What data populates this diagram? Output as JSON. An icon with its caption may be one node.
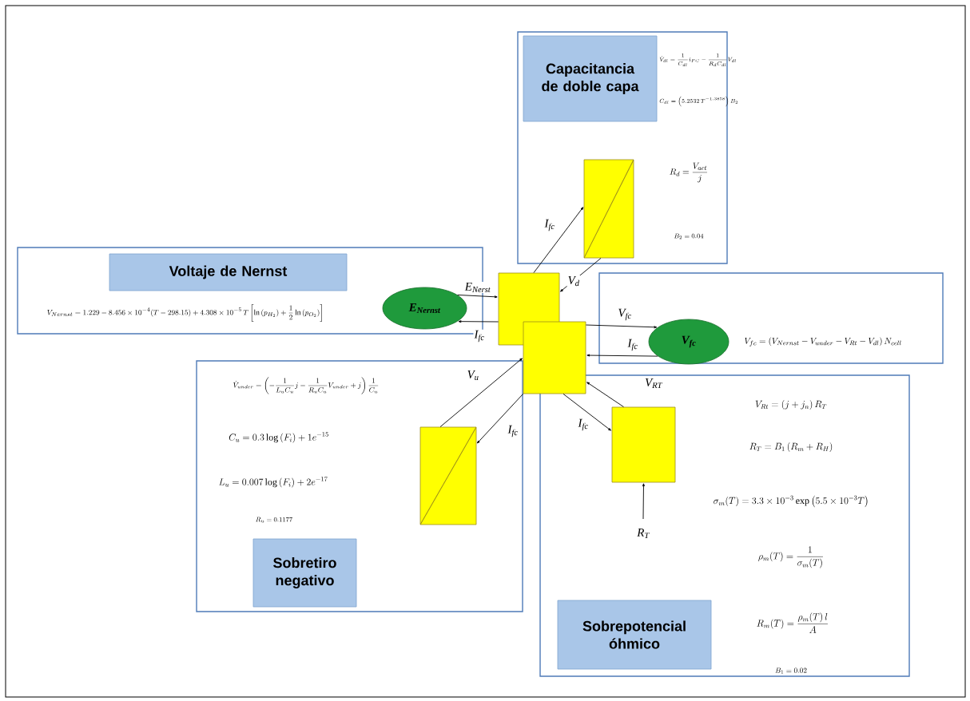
{
  "diagram": {
    "nodes": [
      {
        "text": [
          "\\dot{V}_{dl} = \\frac{1}{C_{dl}} i_{FC} - \\frac{1}{R_d C_{dl}} V_{dl}",
          "C_{dl} = \\left(5.2532\\, T^{-1.3858}\\right) B_2",
          "R_d = \\frac{V_{act}}{j}",
          "B_2 = 0.04"
        ]
      },
      {
        "text": [
          "Capacitancia de doble capa"
        ],
        "in": 0
      },
      {
        "text": [],
        "shape": "box",
        "in": 0
      },
      {
        "text": [
          "V_{Nernst} = 1.229 - 8.456\\times 10^{-4}(T-298.15) + 4.308\\times 10^{-5}\\, T\\left[\\ln\\left(p_{H_2}\\right) + \\frac{1}{2}\\ln\\left(p_{O_2}\\right)\\right]"
        ]
      },
      {
        "text": [
          "Voltaje de Nernst"
        ],
        "in": 3
      },
      {
        "text": [
          "E$_{Nernst}$"
        ],
        "in": 3
      },
      {
        "text": [
          "V_{fc} = \\left(V_{Nernst} - V_{under} - V_{Rt} - V_{dl}\\right) N_{cell}"
        ]
      },
      {
        "text": [
          "V$_{fc}$"
        ],
        "in": 6
      },
      {
        "text": [
          "\\dot{V}_{under} = \\left(-\\frac{1}{L_u C_u} j - \\frac{1}{R_u C_u} V_{under} + j\\right)\\frac{1}{C_u}",
          "C_u = 0.3\\log\\left(F_i\\right) + 1e^{-15}",
          "L_u = 0.007\\log\\left(F_i\\right) + 2e^{-17}",
          "R_u = 0.1177"
        ]
      },
      {
        "text": [
          "Sobretiro negativo"
        ],
        "in": 8
      },
      {
        "text": [],
        "shape": "box",
        "in": 8
      },
      {
        "text": [
          "V_{Rt} = \\left(j + j_n\\right) R_T",
          "R_T = B_1\\left(R_m + R_H\\right)",
          "\\sigma_m(T) = 3.3\\times 10^{-3}\\exp\\left(5.5\\times 10^{-3} T\\right)",
          "\\rho_m(T) = \\frac{1}{\\sigma_m(T)}",
          "R_m(T) = \\frac{\\rho_m(T)\\, l}{A}",
          "B_1 = 0.02"
        ]
      },
      {
        "text": [
          "Sobrepotencial óhmico"
        ],
        "in": 11
      },
      {
        "text": [],
        "shape": "box",
        "in": 11
      },
      {
        "text": [],
        "shape": "box"
      },
      {
        "text": [],
        "shape": "box"
      }
    ],
    "edges": [
      {
        "from": 14,
        "to": 2,
        "arrow": "to",
        "label": "I$_{fc}$"
      },
      {
        "from": 2,
        "to": 14,
        "arrow": "to",
        "label": "V$_{d}$"
      },
      {
        "from": 5,
        "to": 14,
        "arrow": "to",
        "label": "E$_{Nerst}$"
      },
      {
        "from": 14,
        "to": 5,
        "arrow": "to",
        "label": "I$_{fc}$"
      },
      {
        "from": 15,
        "to": 7,
        "arrow": "to",
        "label": "V$_{fc}$"
      },
      {
        "from": 7,
        "to": 15,
        "arrow": "to",
        "label": "I$_{fc}$"
      },
      {
        "from": 10,
        "to": 15,
        "arrow": "to",
        "label": "V$_{u}$"
      },
      {
        "from": 15,
        "to": 10,
        "arrow": "to",
        "label": "I$_{fc}$"
      },
      {
        "from": 13,
        "to": 15,
        "arrow": "to",
        "label": "V$_{RT}$"
      },
      {
        "from": 15,
        "to": 13,
        "arrow": "to",
        "label": "I$_{fc}$"
      },
      {
        "from": null,
        "to": 13,
        "arrow": "to",
        "label": "R$_{T}$"
      }
    ]
  }
}
